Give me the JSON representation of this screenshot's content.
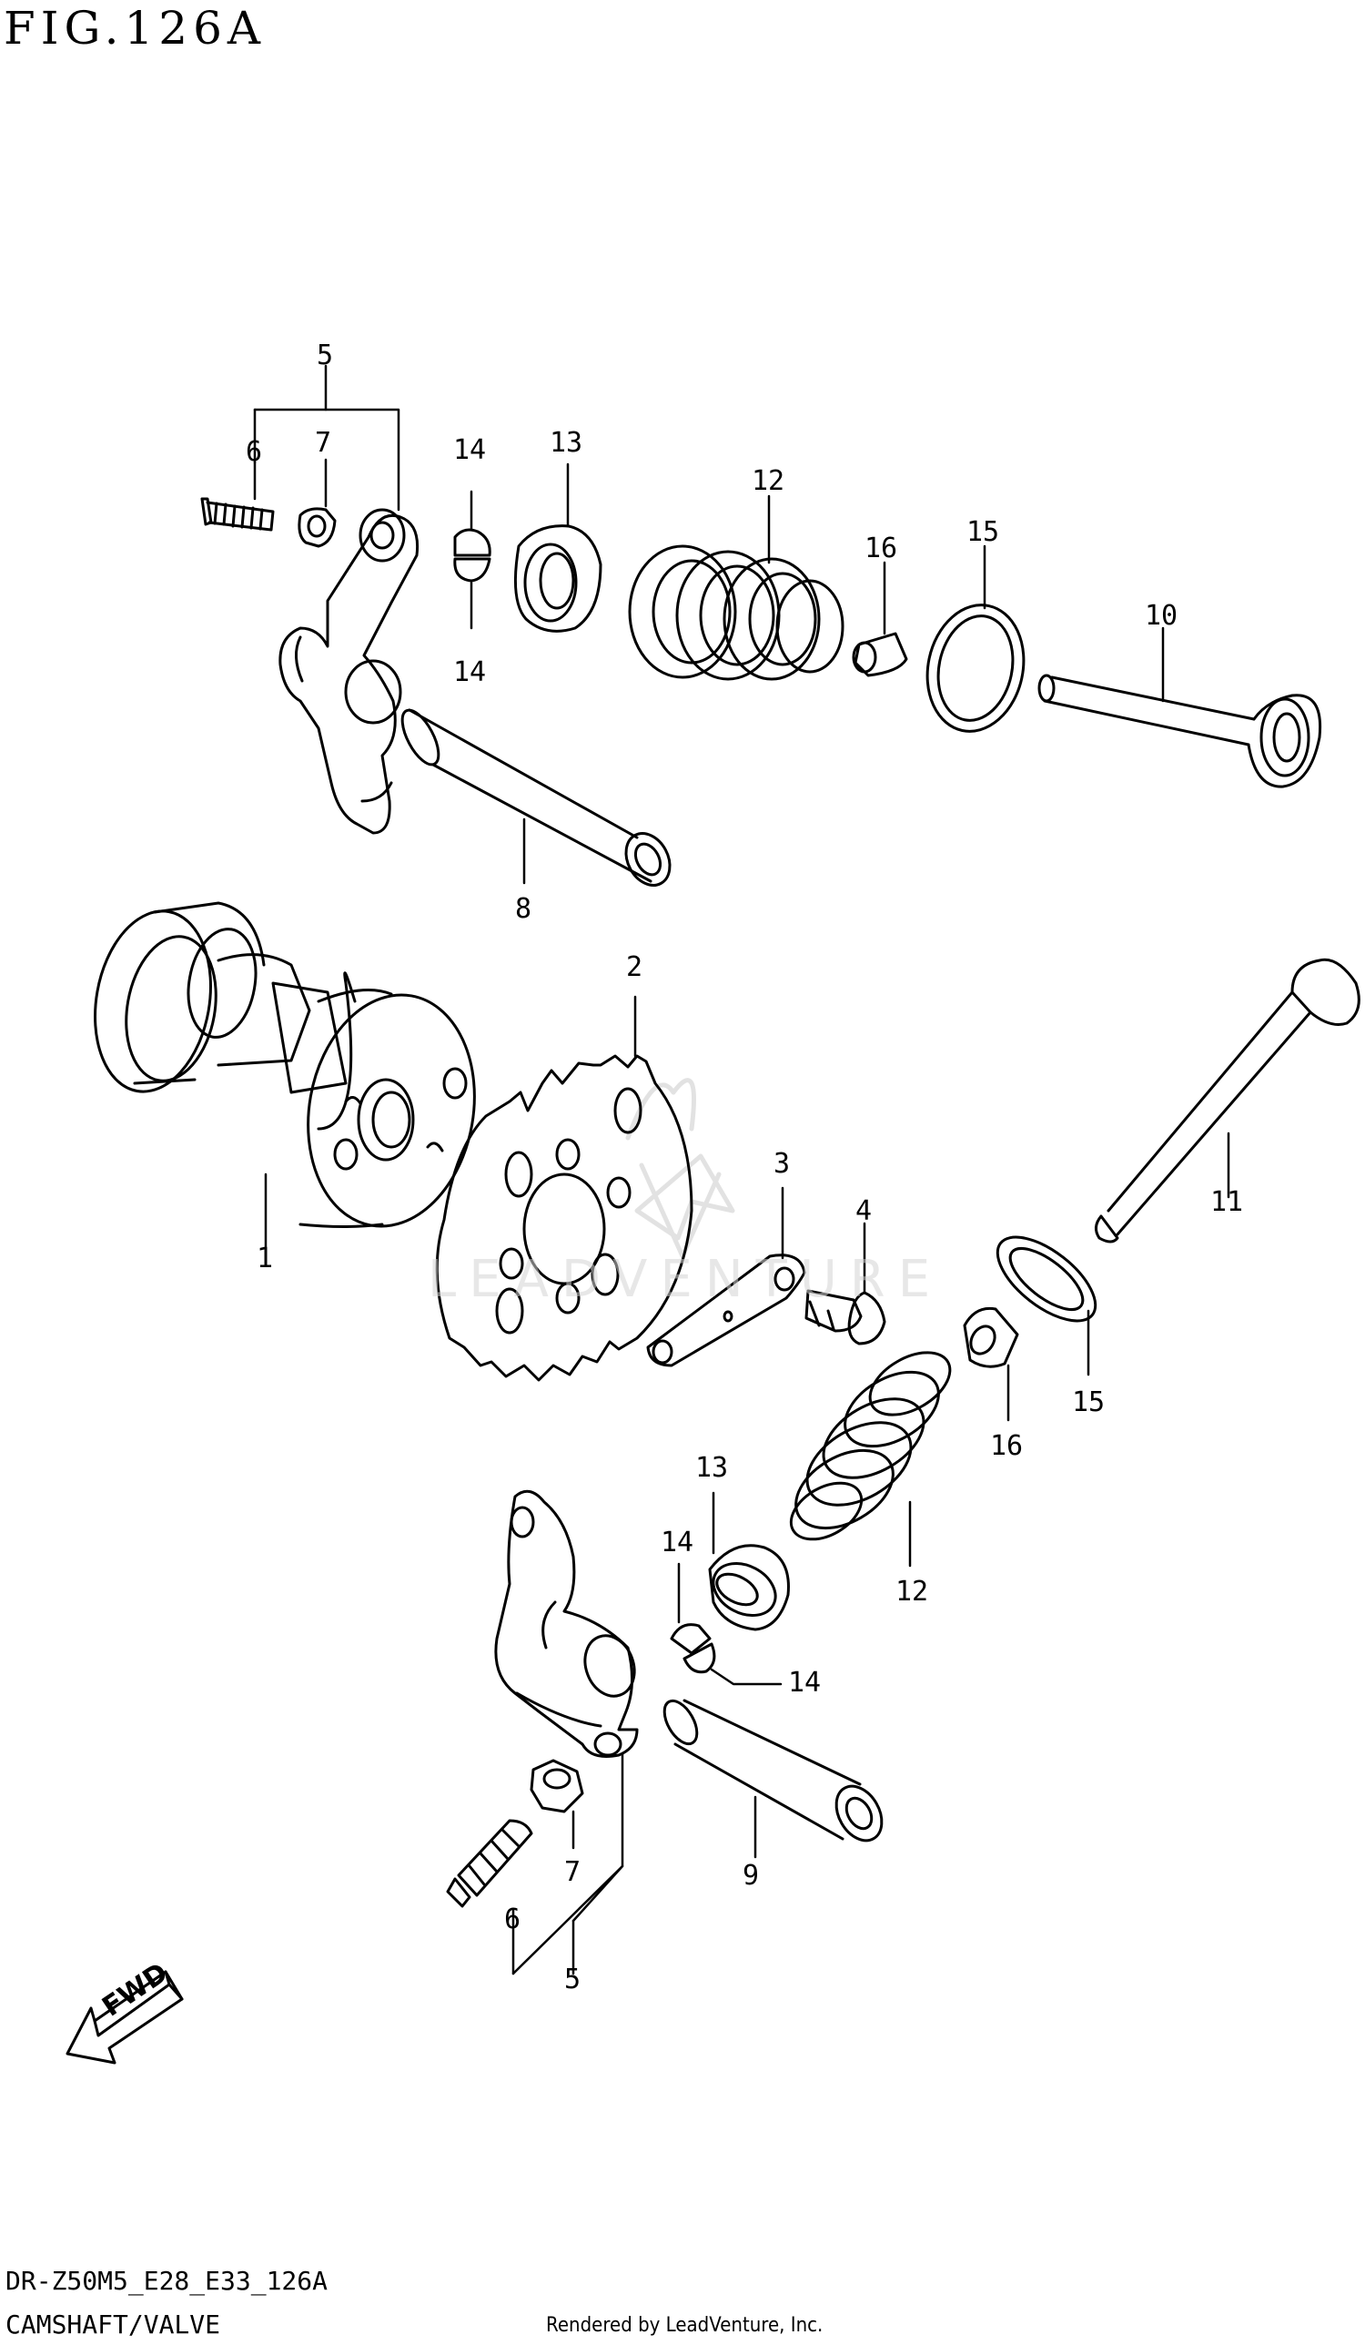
{
  "header": {
    "figure_title": "FIG.126A"
  },
  "footer": {
    "model_code": "DR-Z50M5_E28_E33_126A",
    "section_name": "CAMSHAFT/VALVE",
    "rendered_by": "Rendered by LeadVenture, Inc."
  },
  "watermark": {
    "text": "LEADVENTURE"
  },
  "fwd_label": "FWD",
  "callouts": {
    "c1": "1",
    "c2": "2",
    "c3": "3",
    "c4": "4",
    "c5_top": "5",
    "c6_top": "6",
    "c7_top": "7",
    "c8": "8",
    "c10": "10",
    "c11": "11",
    "c12_top": "12",
    "c13_top": "13",
    "c14_top_a": "14",
    "c14_top_b": "14",
    "c15_top": "15",
    "c16_top": "16",
    "c12_bot": "12",
    "c13_bot": "13",
    "c14_bot_a": "14",
    "c14_bot_b": "14",
    "c15_bot": "15",
    "c16_bot": "16",
    "c9": "9",
    "c5_bot": "5",
    "c6_bot": "6",
    "c7_bot": "7"
  },
  "colors": {
    "line": "#000000",
    "background": "#ffffff",
    "watermark": "#cccccc"
  }
}
